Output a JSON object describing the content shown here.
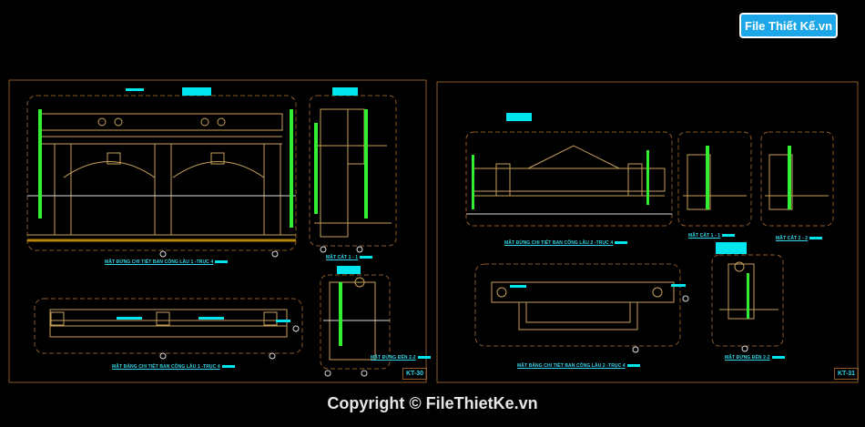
{
  "watermark_logo": "File Thiết Kế.vn",
  "copyright": "Copyright © FileThietKe.vn",
  "colors": {
    "background": "#000000",
    "frame": "#8a5a2a",
    "lines": "#c8a05a",
    "dims": "#33ee33",
    "labels": "#33d6e8"
  },
  "sheets": [
    {
      "sheet_number": "KT-30",
      "labels": {
        "elevation": "MẶT ĐỨNG CHI TIẾT BAN CÔNG LẦU 1 -TRỤC 4",
        "section_1": "MẶT CẮT 1 - 1",
        "plan": "MẶT BẰNG CHI TIẾT BAN CÔNG LẦU 1 -TRỤC 4",
        "side_elevation": "MẶT ĐỨNG ĐẾN 2-2"
      }
    },
    {
      "sheet_number": "KT-31",
      "labels": {
        "elevation": "MẶT ĐỨNG CHI TIẾT BAN CÔNG LẦU 2 -TRỤC 4",
        "section_1": "MẶT CẮT 1 - 1",
        "section_2": "MẶT CẮT 2 - 2",
        "plan": "MẶT BẰNG CHI TIẾT BAN CÔNG LẦU 2 -TRỤC 4",
        "side_elevation": "MẶT ĐỨNG ĐẾN 2-2"
      }
    }
  ]
}
